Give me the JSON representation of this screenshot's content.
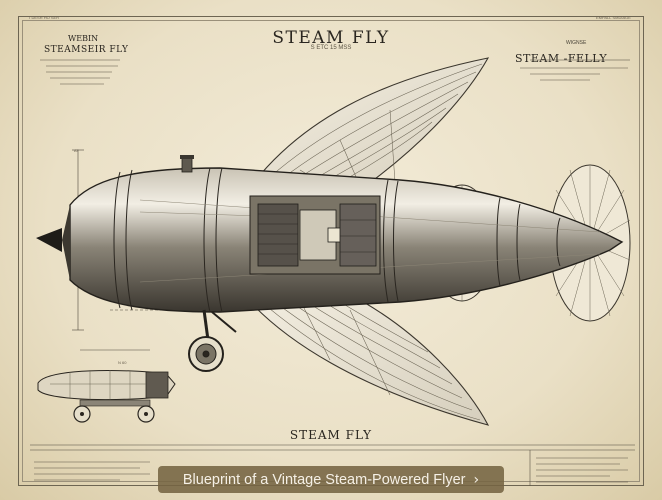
{
  "image": {
    "title_top": "STEAM FLY",
    "subtitle_top": "S ETC 15 MSS",
    "header_left_small": "WEBIN",
    "header_left_title": "STEAMSEIR FLY",
    "header_right_small": "WIGNSE",
    "header_right_title": "STEAM -FELLY",
    "bottom_title": "STEAM FLY",
    "top_left_corner": "T DESR HO SER",
    "top_right_corner": "EMPALL SMDIAGE",
    "label_dim_y": "AT",
    "label_aux": "N 60"
  },
  "caption": {
    "text": "Blueprint of a Vintage Steam-Powered Flyer",
    "icon": "chevron-right-icon"
  },
  "colors": {
    "paper": "#efe6cf",
    "ink": "#2a2620",
    "caption_bg": "#756442",
    "caption_text": "#f5f0e6"
  }
}
